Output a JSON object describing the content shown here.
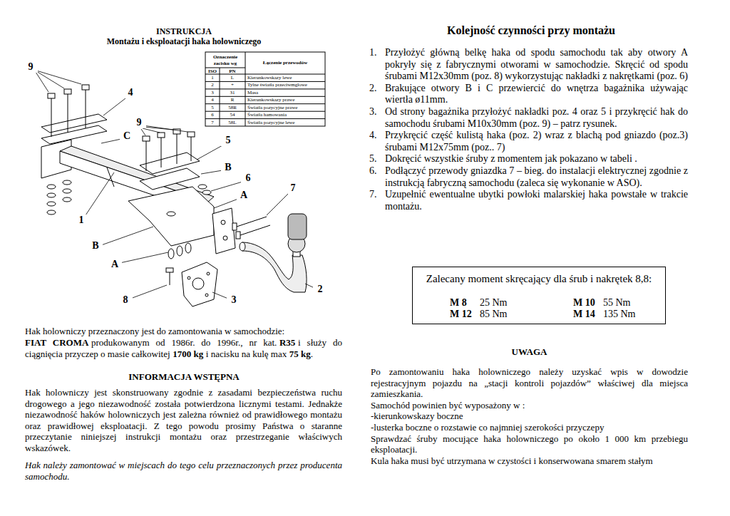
{
  "diagram": {
    "title": "INSTRUKCJA",
    "nodes": [
      {
        "text": [
          "Zalecany moment skręcający dla śrub i nakrętek 8,8:",
          "M 8",
          "25 Nm",
          "M 10",
          "55 Nm",
          "M 12",
          "85 Nm",
          "M 14",
          "135 Nm"
        ]
      }
    ],
    "labels": [
      "Montażu i eksploatacji haka holowniczego",
      "9",
      "4",
      "9",
      "C",
      "5",
      "B",
      "6",
      "A",
      "7",
      "1",
      "B",
      "A",
      "8",
      "3",
      "2",
      "Oznaczenie zacisku wg",
      "Łączenie przewodów",
      "ISO",
      "PN",
      "1",
      "L",
      "Kierunkowskazy lewe",
      "2",
      "+",
      "Tylne światła przeciwmgłowe",
      "3",
      "31",
      "Masa",
      "4",
      "R",
      "Kierunkowskazy prawe",
      "5",
      "58R",
      "Światła pozycyjne prawe",
      "6",
      "54",
      "Światła hamowania",
      "7",
      "58L",
      "Światła pozycyjne lewe",
      "Hak holowniczy przeznaczony jest do zamontowania w samochodzie:",
      "FIAT CROMA",
      "produkowanym od 1986r. do 1996r., nr kat.",
      "R35",
      "i służy do ciągnięcia przyczep o masie całkowitej",
      "1700 kg",
      "i nacisku na kulę max",
      "75 kg",
      ".",
      "INFORMACJA WSTĘPNA",
      "Hak holowniczy jest skonstruowany zgodnie z zasadami bezpieczeństwa ruchu drogowego a jego niezawodność została potwierdzona licznymi testami. Jednakże niezawodność haków holowniczych jest zależna również od prawidłowego montażu oraz prawidłowej eksploatacji. Z tego powodu prosimy Państwa o staranne przeczytanie niniejszej instrukcji montażu oraz przestrzeganie właściwych wskazówek.",
      "Hak należy zamontować w miejscach do tego celu przeznaczonych przez producenta samochodu.",
      "Kolejność czynności przy montażu",
      "1.",
      "Przyłożyć główną belkę haka od spodu samochodu tak aby otwory A pokryły się z fabrycznymi otworami w samochodzie. Skręcić od spodu śrubami M12x30mm (poz. 8) wykorzystując nakładki z nakrętkami (poz. 6)",
      "2.",
      "Brakujące otwory B i C przewiercić do wnętrza bagażnika używając wiertła ø11mm.",
      "3.",
      "Od strony bagażnika przyłożyć nakładki poz. 4 oraz 5 i przykręcić hak do samochodu śrubami M10x30mm (poz. 9) – patrz rysunek.",
      "4.",
      "Przykręcić część kulistą haka (poz. 2) wraz z blachą pod gniazdo (poz.3) śrubami M12x75mm (poz.. 7)",
      "5.",
      "Dokręcić wszystkie śruby z momentem jak pokazano w tabeli .",
      "6.",
      "Podłączyć przewody gniazdka 7 – bieg. do instalacji elektrycznej zgodnie z instrukcją fabryczną samochodu (zaleca się wykonanie w ASO).",
      "7.",
      "Uzupełnić ewentualne ubytki powłoki malarskiej haka powstałe w trakcie montażu.",
      "UWAGA",
      "Po zamontowaniu haka holowniczego należy uzyskać wpis w dowodzie rejestracyjnym pojazdu na „stacji kontroli pojazdów” właściwej dla miejsca zamieszkania.",
      "Samochód powinien być wyposażony w :",
      "-kierunkowskazy boczne",
      "-lusterka boczne o rozstawie co najmniej szerokości przyczepy",
      "Sprawdzać śruby mocujące haka holowniczego po około 1 000 km przebiegu eksploatacji.",
      "Kula haka musi być utrzymana w czystości i konserwowana smarem stałym"
    ]
  }
}
